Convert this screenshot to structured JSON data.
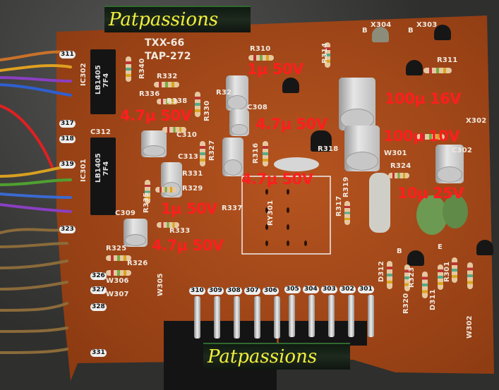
{
  "watermark": {
    "top": "Patpassions",
    "bottom": "Patpassions"
  },
  "board": {
    "model": "TXX-66",
    "part": "TAP-272"
  },
  "ics": [
    {
      "ref": "IC302",
      "marking": "LB1405 7F4"
    },
    {
      "ref": "IC301",
      "marking": "LB1405 7F4"
    }
  ],
  "annotations": [
    "1µ 50V",
    "4.7µ 50V",
    "4.7µ 50V",
    "100µ 16V",
    "100µ 10V",
    "4.7µ 50V",
    "10µ 25V",
    "1µ 50V",
    "4.7µ 50V"
  ],
  "silkscreen": {
    "r310": "R310",
    "r314": "R314",
    "r311": "R311",
    "r332": "R332",
    "r336": "R336",
    "r338": "R338",
    "r330": "R330",
    "r340": "R340",
    "r327": "R327",
    "r331": "R331",
    "r329": "R329",
    "r337": "R337",
    "r335": "R335",
    "r333": "R333",
    "r325": "R325",
    "r326": "R326",
    "r316": "R316",
    "r318": "R318",
    "r319": "R319",
    "r317": "R317",
    "r324": "R324",
    "r323": "R323",
    "r320": "R320",
    "r301": "R301",
    "r32x": "R32",
    "c312": "C312",
    "c310": "C310",
    "c313": "C313",
    "c308": "C308",
    "c302": "C302",
    "c309": "C309",
    "x304": "X304",
    "x303": "X303",
    "x302": "X302",
    "w301": "W301",
    "w305": "W305",
    "w306": "W306",
    "w307": "W307",
    "w302": "W302",
    "ry301": "RY301",
    "d312": "D312",
    "d311": "D311",
    "b1": "B",
    "b2": "B",
    "e": "E"
  },
  "connector_pins": [
    "310",
    "309",
    "308",
    "307",
    "306",
    "305",
    "304",
    "303",
    "302",
    "301"
  ],
  "left_pins": [
    "311",
    "317",
    "318",
    "319",
    "323",
    "326",
    "327",
    "328",
    "331"
  ],
  "colors": {
    "board": "#a8481a",
    "annotation": "#ff1e1e",
    "watermark_text": "#f2f03a"
  }
}
